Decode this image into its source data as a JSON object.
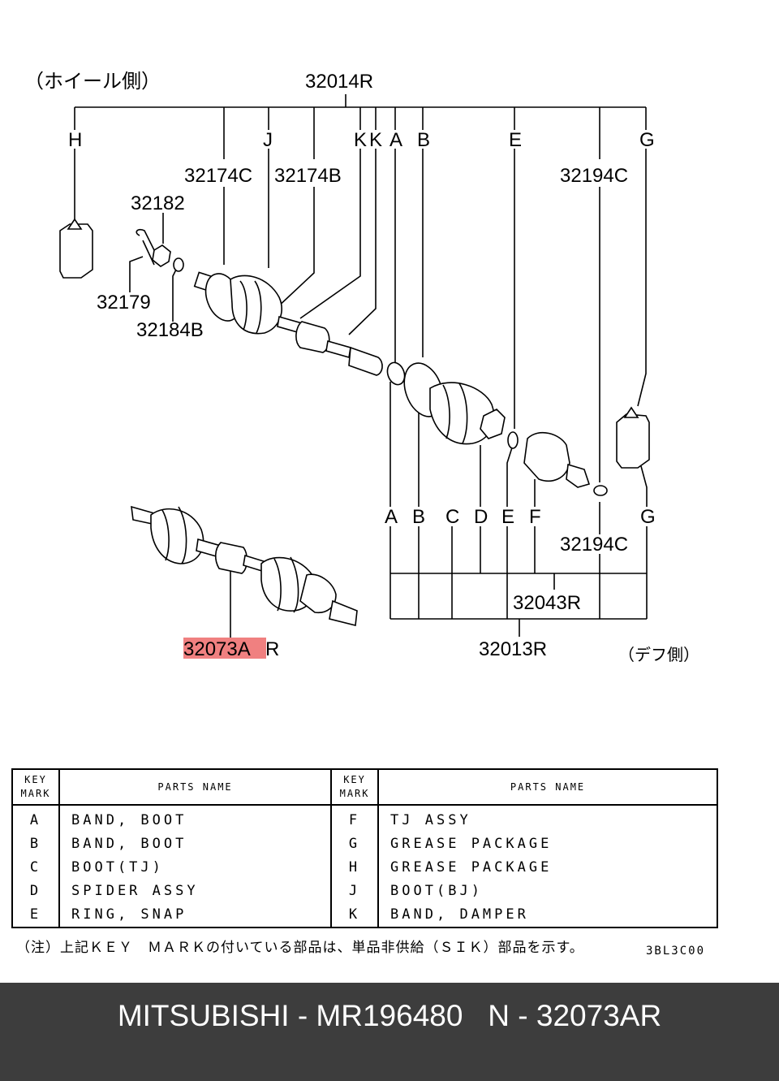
{
  "diagram": {
    "wheel_side": "（ホイール側）",
    "diff_side": "（デフ側）",
    "top_assembly": "32014R",
    "bottom_assembly": "32013R",
    "sub_assembly": "32043R",
    "highlighted_part": "32073A",
    "highlighted_suffix": "R",
    "part_numbers": {
      "p32174C": "32174C",
      "p32174B": "32174B",
      "p32182": "32182",
      "p32179": "32179",
      "p32184B": "32184B",
      "p32194C_top": "32194C",
      "p32194C_bottom": "32194C"
    },
    "top_keys": [
      "H",
      "J",
      "K",
      "K",
      "A",
      "B",
      "E",
      "G"
    ],
    "bottom_keys": [
      "A",
      "B",
      "C",
      "D",
      "E",
      "F",
      "G"
    ],
    "highlight_color": "#f08080"
  },
  "table": {
    "key_header": "KEY MARK",
    "key_header_1": "KEY",
    "key_header_2": "MARK",
    "name_header": "PARTS NAME",
    "left_rows": [
      {
        "key": "A",
        "name": "BAND, BOOT"
      },
      {
        "key": "B",
        "name": "BAND, BOOT"
      },
      {
        "key": "C",
        "name": "BOOT(TJ)"
      },
      {
        "key": "D",
        "name": "SPIDER ASSY"
      },
      {
        "key": "E",
        "name": "RING, SNAP"
      }
    ],
    "right_rows": [
      {
        "key": "F",
        "name": "TJ ASSY"
      },
      {
        "key": "G",
        "name": "GREASE PACKAGE"
      },
      {
        "key": "H",
        "name": "GREASE PACKAGE"
      },
      {
        "key": "J",
        "name": "BOOT(BJ)"
      },
      {
        "key": "K",
        "name": "BAND, DAMPER"
      }
    ]
  },
  "note": "（注）上記ＫＥＹ　ＭＡＲＫの付いている部品は、単品非供給（ＳＩＫ）部品を示す。",
  "figure_code": "3BL3C00",
  "footer": "MITSUBISHI - MR196480   N - 32073AR"
}
